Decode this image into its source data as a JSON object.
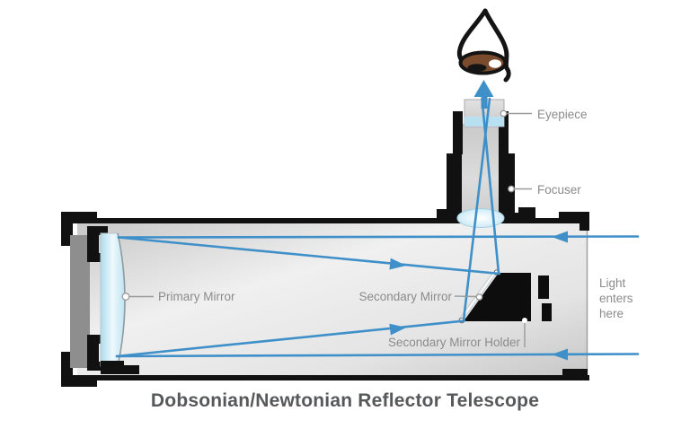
{
  "title": "Dobsonian/Newtonian Reflector Telescope",
  "labels": {
    "eyepiece": "Eyepiece",
    "focuser": "Focuser",
    "primary_mirror": "Primary Mirror",
    "secondary_mirror": "Secondary Mirror",
    "secondary_mirror_holder": "Secondary Mirror Holder",
    "light_enters_line1": "Light",
    "light_enters_line2": "enters",
    "light_enters_line3": "here"
  },
  "icons": {
    "eye": "eye-icon",
    "up_arrow": "arrow-up-icon",
    "ray_arrow": "arrow-left-icon"
  },
  "colors": {
    "ray_blue": "#3f8fc9",
    "label_gray": "#8b8b8b",
    "title_gray": "#57585a",
    "mirror_glass_blue": "#bfe4f3",
    "iris_brown": "#7b4b2e",
    "frame_black": "#111111",
    "tube_gray": "#e3e3e3"
  }
}
